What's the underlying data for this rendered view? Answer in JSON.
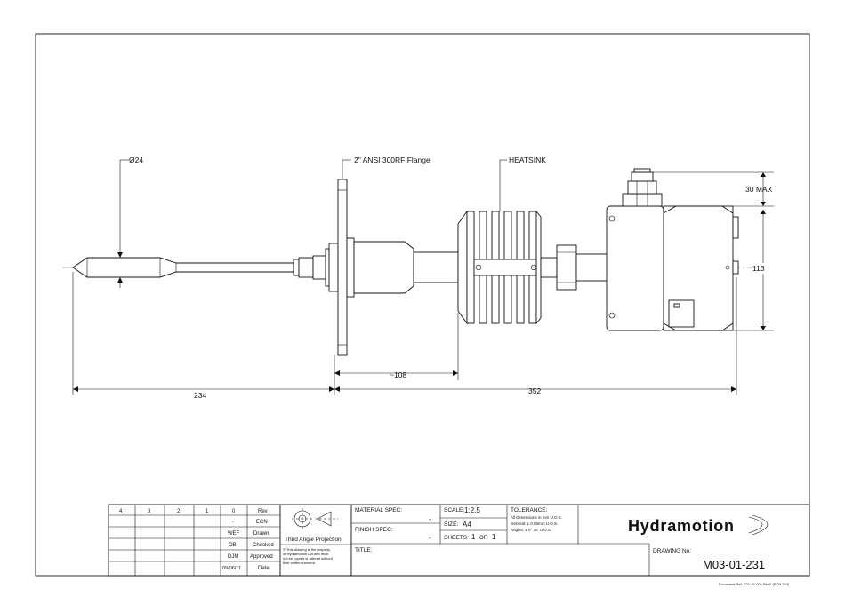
{
  "dimensions": {
    "probe_diameter": "Ø24",
    "flange": "2\" ANSI 300RF Flange",
    "heatsink": "HEATSINK",
    "gland_max": "30 MAX",
    "head_height": "113",
    "probe_length": "234",
    "heatsink_offset": "~108",
    "body_length": "352"
  },
  "revision_table": {
    "columns": [
      "4",
      "3",
      "2",
      "1",
      "0",
      "Rev"
    ],
    "rows": [
      {
        "value": "-",
        "label": "ECN"
      },
      {
        "value": "WEF",
        "label": "Drawn"
      },
      {
        "value": "OB",
        "label": "Checked"
      },
      {
        "value": "DJM",
        "label": "Approved"
      },
      {
        "value": "09/06/11",
        "label": "Date"
      }
    ]
  },
  "projection": {
    "label": "Third Angle Projection",
    "copyright": [
      "© This drawing is the property",
      "of Hydramotion Ltd and must",
      "not be copied or altered without",
      "their written consent"
    ]
  },
  "specs": {
    "material_label": "MATERIAL SPEC:",
    "material_value": "-",
    "finish_label": "FINISH SPEC:",
    "finish_value": "-",
    "title_label": "TITLE:"
  },
  "sheet_info": {
    "scale_label": "SCALE:",
    "scale_value": "1:2.5",
    "size_label": "SIZE:",
    "size_value": "A4",
    "sheets_label": "SHEETS:",
    "sheets_value": "1",
    "of_label": "OF",
    "of_value": "1"
  },
  "tolerance": {
    "label": "TOLERANCE:",
    "lines": [
      "All Dimensions in mm U.O.S.",
      "General: ± 0.05mm U.O.S.",
      "Angles: ± 0° 30' U.O.S."
    ]
  },
  "company": {
    "logo": "Hydramotion"
  },
  "drawing": {
    "number_label": "DRAWING No:",
    "number": "M03-01-231"
  },
  "footer": {
    "document_ref": "Document Ref: C01-02-001 Rev2 (ECN 324)"
  }
}
